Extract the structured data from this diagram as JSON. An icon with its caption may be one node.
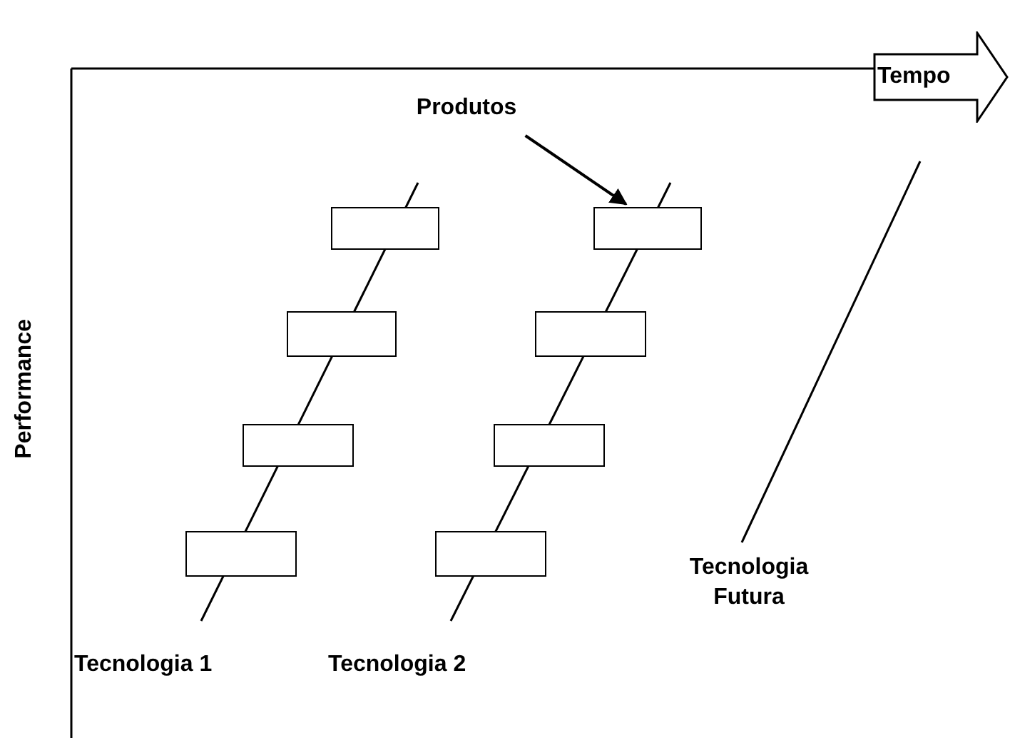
{
  "diagram": {
    "nodes": [
      {
        "text": [
          "Tempo"
        ]
      },
      {
        "text": [
          "Produtos"
        ]
      },
      {
        "text": [],
        "shape": "box"
      },
      {
        "text": [],
        "shape": "box"
      },
      {
        "text": [],
        "shape": "box"
      },
      {
        "text": [],
        "shape": "box"
      },
      {
        "text": [],
        "shape": "box"
      },
      {
        "text": [],
        "shape": "box"
      },
      {
        "text": [],
        "shape": "box"
      },
      {
        "text": [],
        "shape": "box"
      }
    ],
    "edges": [
      {
        "from": 1,
        "to": 6,
        "arrow": "to"
      }
    ],
    "labels": [
      "Performance",
      "Tecnologia 1",
      "Tecnologia 2",
      "Tecnologia Futura"
    ]
  }
}
